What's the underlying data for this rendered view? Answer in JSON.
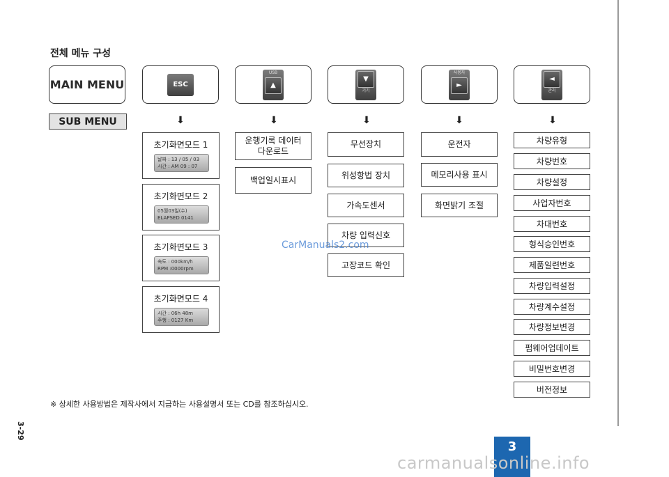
{
  "title": "전체 메뉴 구성",
  "main_menu_label": "MAIN MENU",
  "sub_menu_label": "SUB MENU",
  "keys": {
    "esc": "ESC",
    "usb": {
      "caption": "USB",
      "arrow": "▲"
    },
    "down": {
      "arrow": "▼",
      "caption": "기기"
    },
    "driver": {
      "caption": "사용자",
      "arrow": "►"
    },
    "admin": {
      "arrow": "◄",
      "caption": "관리"
    }
  },
  "arrow_glyph": "⬇",
  "modes": [
    {
      "label": "초기화면모드 1",
      "lcd": [
        "날짜 : 13 / 05 / 03",
        "시간 : AM  09 : 07"
      ]
    },
    {
      "label": "초기화면모드 2",
      "lcd": [
        "05월03일(수)",
        "ELAPSED  0141"
      ]
    },
    {
      "label": "초기화면모드 3",
      "lcd": [
        "속도 : 000km/h",
        "RPM :0000rpm"
      ]
    },
    {
      "label": "초기화면모드 4",
      "lcd": [
        "시간 : 06h 48m",
        "주행 : 0127 Km"
      ]
    }
  ],
  "usb_col": [
    "운행기록 데이터\n다운로드",
    "백업일시표시"
  ],
  "device_col": [
    "무선장치",
    "위성항법 장치",
    "가속도센서",
    "차량 입력신호",
    "고장코드 확인"
  ],
  "driver_col": [
    "운전자",
    "메모리사용 표시",
    "화면밝기 조절"
  ],
  "admin_col": [
    "차량유형",
    "차량번호",
    "차량설정",
    "사업자번호",
    "차대번호",
    "형식승인번호",
    "제품일련번호",
    "차량입력설정",
    "차량계수설정",
    "차량정보변경",
    "펌웨어업데이트",
    "비밀번호변경",
    "버전정보"
  ],
  "note": "※ 상세한 사용방법은 제작사에서 지급하는 사용설명서 또는 CD를 참조하십시오.",
  "page_number": "3-29",
  "chapter": "3",
  "watermark": "CarManuals2.com",
  "footer": "carmanualsonline.info"
}
